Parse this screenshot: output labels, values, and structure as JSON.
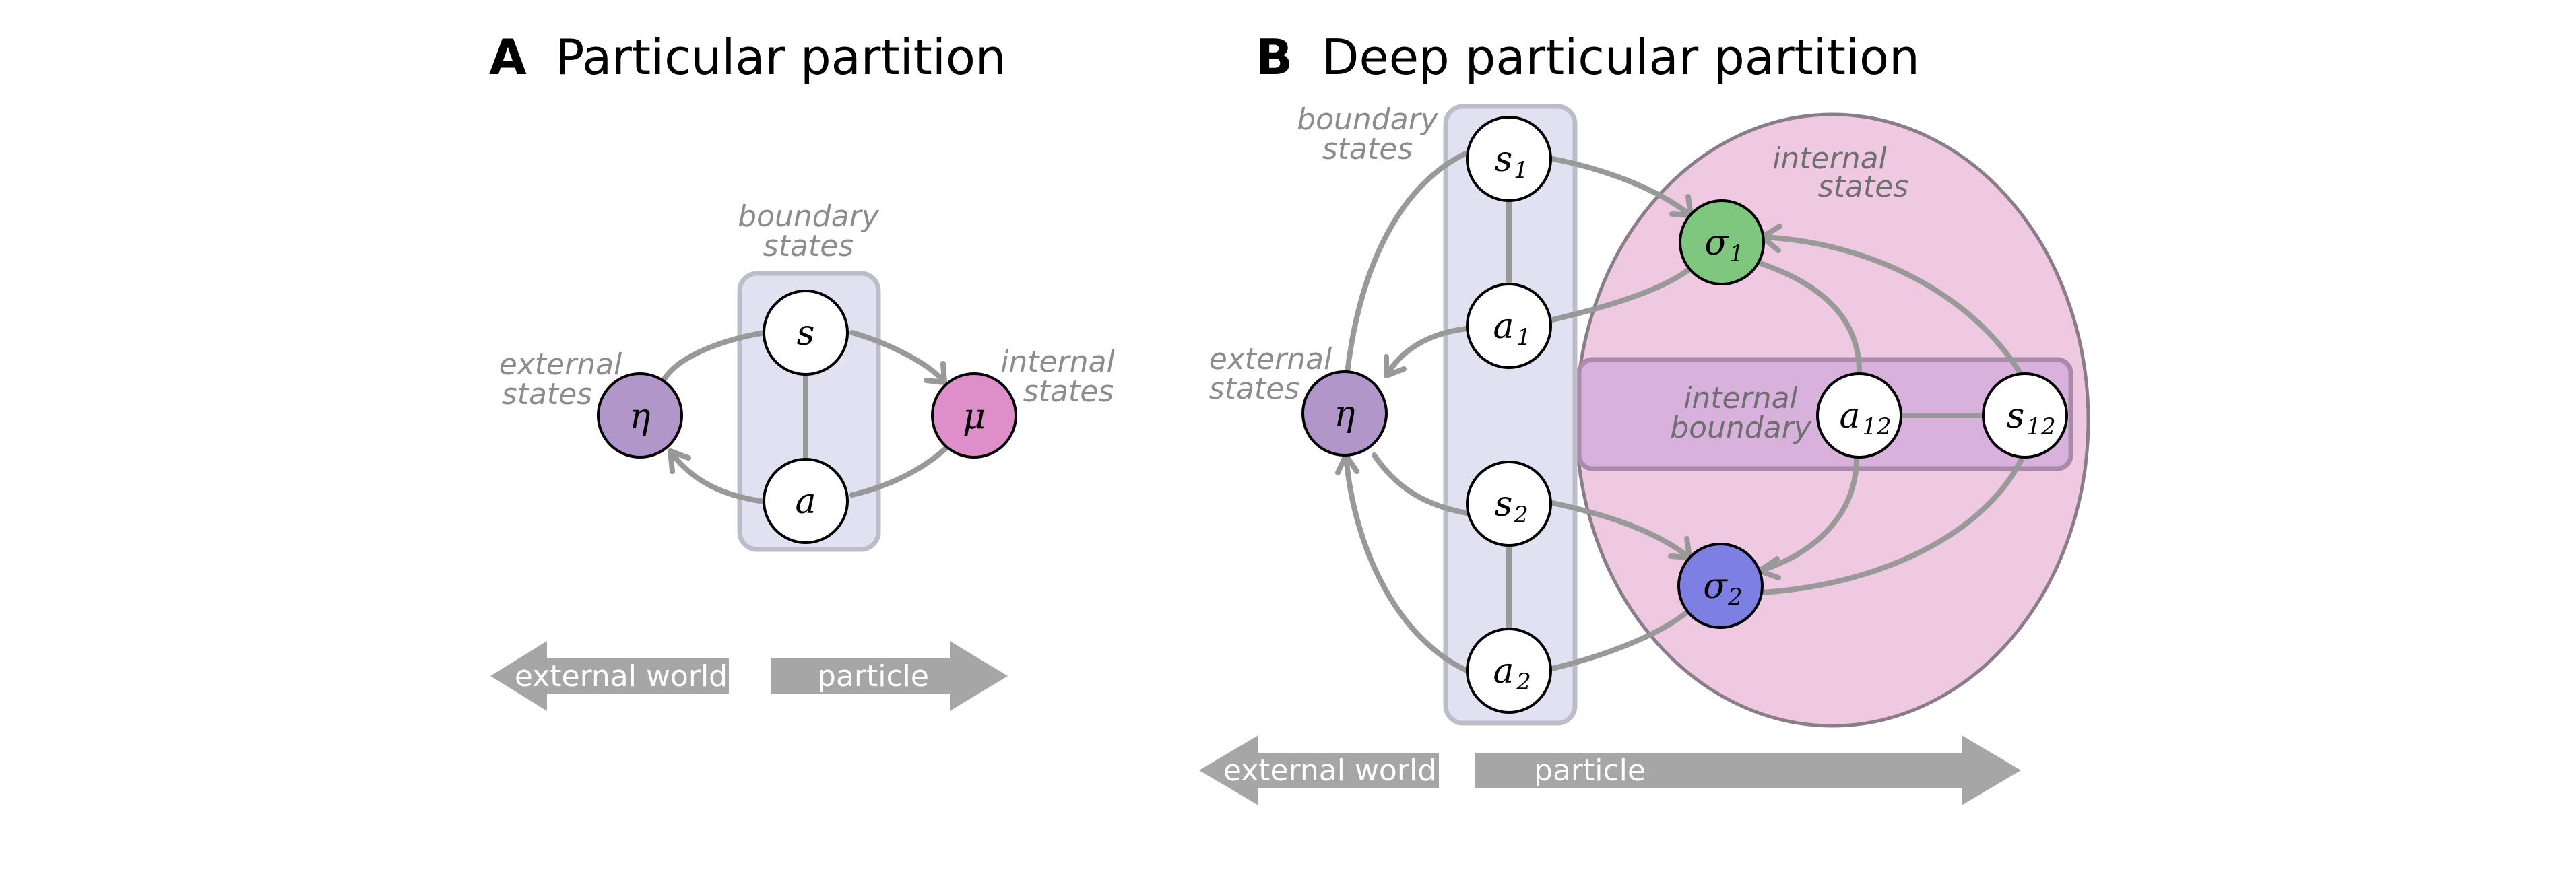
{
  "panel_a": {
    "letter": "A",
    "title": "Particular partition",
    "labels": {
      "boundary_line1": "boundary",
      "boundary_line2": "states",
      "external_line1": "external",
      "external_line2": "states",
      "internal_line1": "internal",
      "internal_line2": "states"
    },
    "nodes": {
      "eta": "η",
      "mu": "μ",
      "s": "s",
      "a": "a"
    },
    "arrows": {
      "left": "external world",
      "right": "particle"
    },
    "colors": {
      "eta": "#b197c9",
      "mu": "#de8fc9",
      "boundary_box": "#e2e1f2"
    }
  },
  "panel_b": {
    "letter": "B",
    "title": "Deep particular partition",
    "labels": {
      "boundary_line1": "boundary",
      "boundary_line2": "states",
      "external_line1": "external",
      "external_line2": "states",
      "internal_line1": "internal",
      "internal_line2": "states",
      "internal_boundary_line1": "internal",
      "internal_boundary_line2": "boundary"
    },
    "nodes": {
      "eta": "η",
      "s1": "s",
      "s1_sub": "1",
      "a1": "a",
      "a1_sub": "1",
      "s2": "s",
      "s2_sub": "2",
      "a2": "a",
      "a2_sub": "2",
      "sigma1": "σ",
      "sigma1_sub": "1",
      "sigma2": "σ",
      "sigma2_sub": "2",
      "a12": "a",
      "a12_sub": "12",
      "s12": "s",
      "s12_sub": "12"
    },
    "arrows": {
      "left": "external world",
      "right": "particle"
    },
    "colors": {
      "eta": "#b197c9",
      "sigma1": "#7fc77f",
      "sigma2": "#7d7fe3",
      "internal_ellipse": "#efc8e2",
      "internal_boundary_box": "#d8b2dc",
      "boundary_box": "#e2e1f2"
    }
  }
}
